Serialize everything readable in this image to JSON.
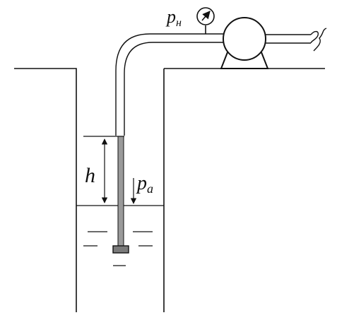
{
  "labels": {
    "pump_pressure": "p",
    "pump_pressure_sub": "н",
    "height": "h",
    "atm_pressure": "p",
    "atm_pressure_sub": "а"
  },
  "colors": {
    "line": "#111111",
    "pipe_submerged": "#9a9a9a",
    "strainer": "#7a7a7a",
    "background": "#ffffff"
  },
  "icons": {
    "gauge": "pressure-gauge-icon",
    "pump": "pump-icon",
    "strainer": "strainer-icon"
  }
}
